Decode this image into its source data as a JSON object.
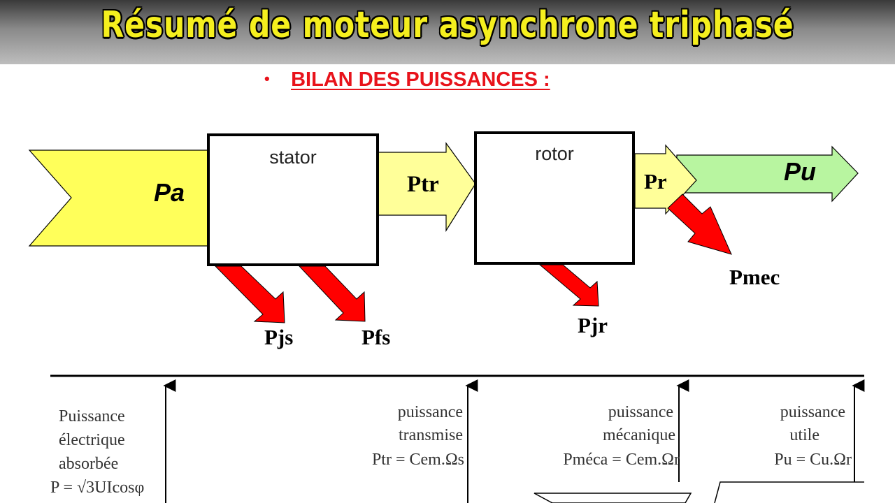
{
  "title": "Résumé de moteur asynchrone triphasé",
  "section": {
    "bullet": "•",
    "heading": "BILAN DES PUISSANCES :"
  },
  "diagram": {
    "boxes": {
      "stator": "stator",
      "rotor": "rotor"
    },
    "flows": {
      "pa": "Pa",
      "ptr": "Ptr",
      "pr": "Pr",
      "pu": "Pu"
    },
    "losses": {
      "pjs": "Pjs",
      "pfs": "Pfs",
      "pjr": "Pjr",
      "pmec": "Pmec"
    },
    "colors": {
      "input_flow": "#ffff5a",
      "transfer_flow": "#ffff99",
      "useful_flow": "#b8f5a0",
      "loss_arrow": "#ff0000",
      "outline": "#000000"
    }
  },
  "annotations": {
    "absorbed": {
      "lines": [
        "Puissance",
        "électrique",
        "absorbée"
      ],
      "formula": "P = √3UIcosφ"
    },
    "transmitted": {
      "lines": [
        "puissance",
        "transmise"
      ],
      "formula": "Ptr = Cem.Ωs"
    },
    "mechanical": {
      "lines": [
        "puissance",
        "mécanique"
      ],
      "formula": "Pméca = Cem.Ωr"
    },
    "useful": {
      "lines": [
        "puissance",
        "utile"
      ],
      "formula": "Pu = Cu.Ωr"
    }
  }
}
